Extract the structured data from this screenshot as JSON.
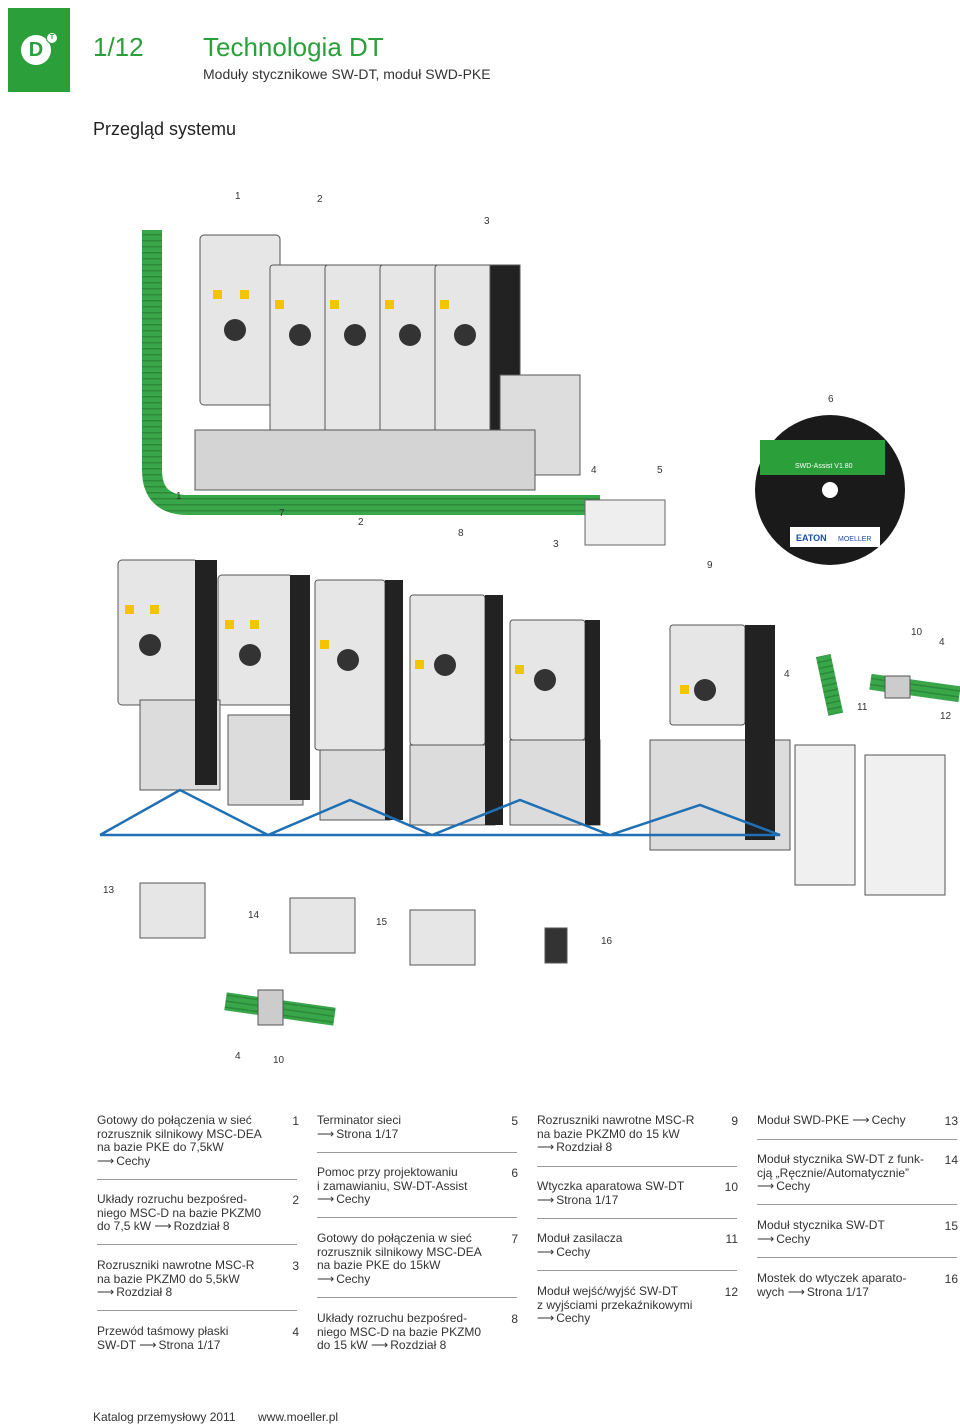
{
  "header": {
    "logo_letter": "D",
    "logo_badge": "T",
    "page_number": "1/12",
    "title": "Technologia DT",
    "subtitle": "Moduły stycznikowe SW-DT, moduł SWD-PKE"
  },
  "section_title": "Przegląd systemu",
  "callouts": [
    "1",
    "2",
    "3",
    "6",
    "4",
    "5",
    "1",
    "7",
    "2",
    "8",
    "3",
    "9",
    "10",
    "4",
    "4",
    "11",
    "12",
    "13",
    "14",
    "15",
    "16",
    "4",
    "10"
  ],
  "cd_label": "SWD-Assist V1.80",
  "cd_brand_left": "EATON",
  "cd_brand_right": "MOELLER",
  "items": [
    {
      "num": "1",
      "lines": [
        "Gotowy do połączenia w sieć",
        "rozrusznik silnikowy MSC-DEA",
        "na bazie PKE do 7,5kW"
      ],
      "link": "Cechy"
    },
    {
      "num": "2",
      "lines": [
        "Układy rozruchu bezpośred-",
        "niego MSC-D na bazie PKZM0"
      ],
      "tail": "do 7,5 kW",
      "link": "Rozdział 8"
    },
    {
      "num": "3",
      "lines": [
        "Rozruszniki nawrotne MSC-R",
        "na bazie PKZM0 do 5,5kW"
      ],
      "link": "Rozdział 8"
    },
    {
      "num": "4",
      "lines": [
        "Przewód taśmowy płaski"
      ],
      "tail": "SW-DT",
      "link": "Strona 1/17"
    },
    {
      "num": "5",
      "lines": [
        "Terminator sieci"
      ],
      "link": "Strona 1/17"
    },
    {
      "num": "6",
      "lines": [
        "Pomoc przy projektowaniu",
        "i zamawianiu, SW-DT-Assist"
      ],
      "link": "Cechy"
    },
    {
      "num": "7",
      "lines": [
        "Gotowy do połączenia w sieć",
        "rozrusznik silnikowy MSC-DEA",
        "na bazie PKE do 15kW"
      ],
      "link": "Cechy"
    },
    {
      "num": "8",
      "lines": [
        "Układy rozruchu bezpośred-",
        "niego MSC-D na bazie PKZM0"
      ],
      "tail": "do 15 kW",
      "link": "Rozdział 8"
    },
    {
      "num": "9",
      "lines": [
        "Rozruszniki nawrotne MSC-R",
        "na bazie PKZM0 do 15 kW"
      ],
      "link": "Rozdział 8"
    },
    {
      "num": "10",
      "lines": [
        "Wtyczka aparatowa SW-DT"
      ],
      "link": "Strona 1/17"
    },
    {
      "num": "11",
      "lines": [
        "Moduł zasilacza"
      ],
      "link": "Cechy"
    },
    {
      "num": "12",
      "lines": [
        "Moduł wejść/wyjść SW-DT",
        "z wyjściami przekaźnikowymi"
      ],
      "link": "Cechy"
    },
    {
      "num": "13",
      "lines": [],
      "tail": "Moduł SWD-PKE",
      "link": "Cechy"
    },
    {
      "num": "14",
      "lines": [
        "Moduł stycznika SW-DT z funk-",
        "cją „Ręcznie/Automatycznie”"
      ],
      "link": "Cechy"
    },
    {
      "num": "15",
      "lines": [
        "Moduł stycznika SW-DT"
      ],
      "link": "Cechy"
    },
    {
      "num": "16",
      "lines": [
        "Mostek do wtyczek aparato-"
      ],
      "tail": "wych",
      "link": "Strona 1/17"
    }
  ],
  "footer": {
    "left": "Katalog przemysłowy 2011",
    "right": "www.moeller.pl"
  },
  "colors": {
    "accent": "#2a9f3a",
    "cable": "#3aa64a",
    "wire": "#1f6fb5"
  }
}
